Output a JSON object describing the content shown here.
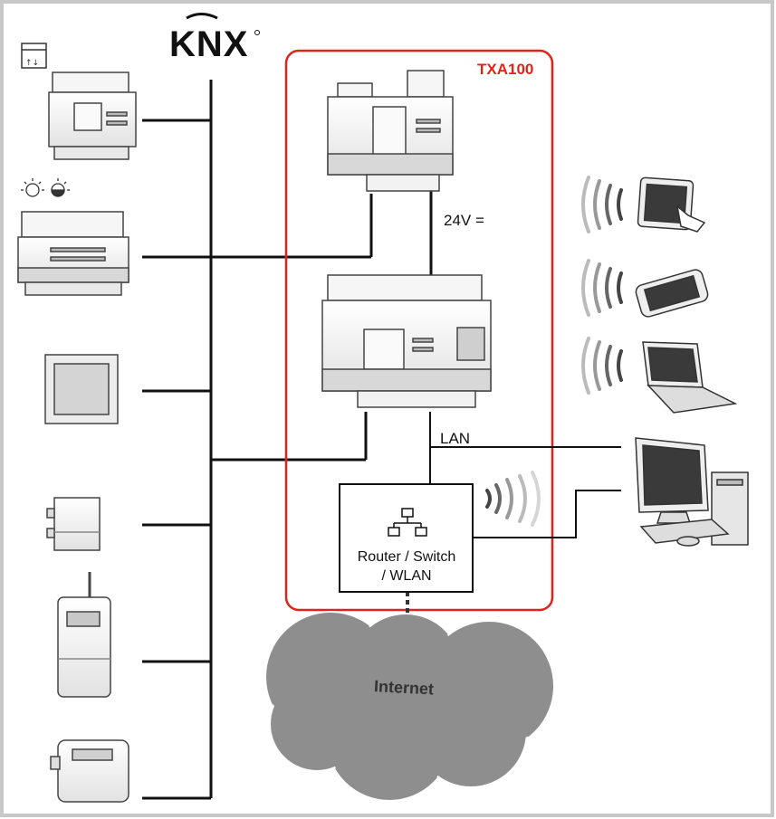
{
  "logo": {
    "text": "KNX"
  },
  "gateway": {
    "label": "TXA100"
  },
  "power": {
    "label": "24V ="
  },
  "network": {
    "lan_label": "LAN"
  },
  "router": {
    "line1": "Router / Switch",
    "line2": "/ WLAN"
  },
  "cloud": {
    "label": "Internet"
  },
  "colors": {
    "frame": "#c8c8c8",
    "highlight": "#e2231a",
    "line": "#111111",
    "cloud": "#8e8e8e",
    "device": "#f2f2f2",
    "device_stroke": "#444444",
    "wave_dark": "#555555",
    "wave_light": "#cccccc"
  },
  "icons": [
    "blind-icon",
    "lamp-icon",
    "tablet-icon",
    "smartphone-icon",
    "laptop-icon",
    "desktop-pc-icon",
    "network-icon",
    "wifi-icon"
  ]
}
